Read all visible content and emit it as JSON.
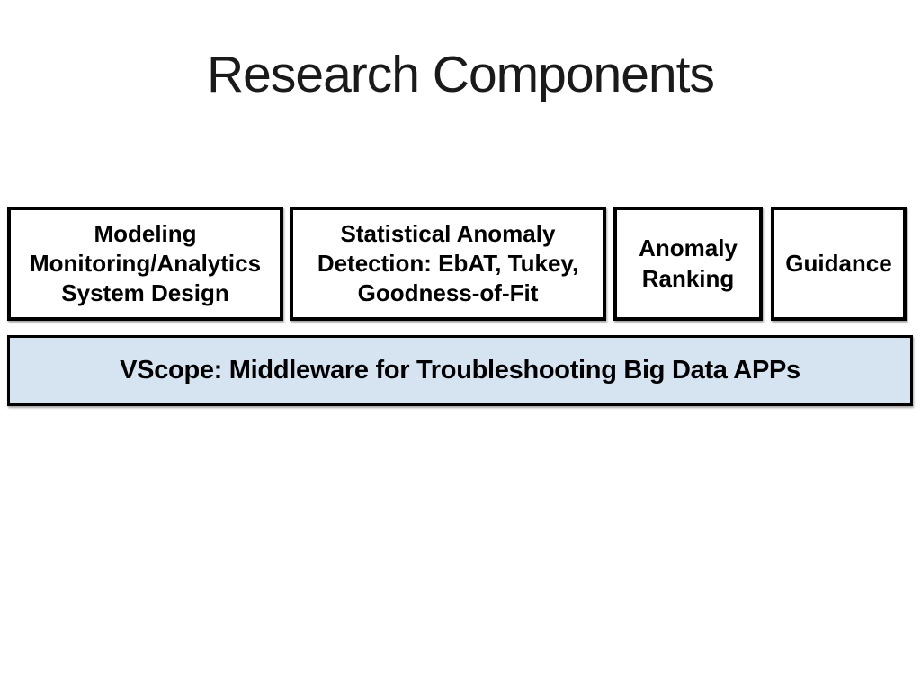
{
  "slide": {
    "title": "Research Components",
    "boxes": [
      {
        "id": "modeling",
        "label": "Modeling\nMonitoring/Analytics\nSystem Design"
      },
      {
        "id": "statistical-anomaly-detection",
        "label": "Statistical Anomaly\nDetection: EbAT, Tukey,\nGoodness-of-Fit"
      },
      {
        "id": "anomaly-ranking",
        "label": "Anomaly\nRanking"
      },
      {
        "id": "guidance",
        "label": "Guidance"
      }
    ],
    "banner": {
      "label": "VScope: Middleware for Troubleshooting Big Data APPs"
    },
    "colors": {
      "background": "#ffffff",
      "border": "#000000",
      "text": "#000000",
      "banner_bg": "#d6e4f2"
    }
  }
}
